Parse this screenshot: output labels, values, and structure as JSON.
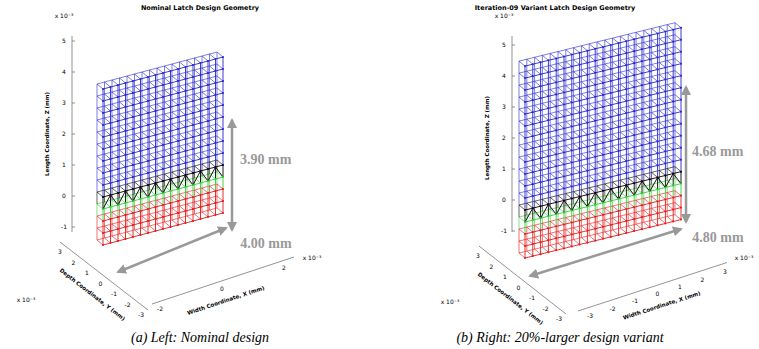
{
  "diagram": {
    "labels": [
      "Nominal Latch Design Geometry",
      "x 10⁻³",
      "5",
      "4",
      "3",
      "2",
      "1",
      "0",
      "-1",
      "Length Coordinate, Z (mm)",
      "x 10⁻³",
      "3",
      "2",
      "1",
      "0",
      "-1",
      "-2",
      "-3",
      "Depth Coordinate, Y (mm)",
      "-2",
      "0",
      "2",
      "Width Coordinate, X (mm)",
      "x 10⁻³",
      "3.90 mm",
      "4.00 mm",
      "(a) Left: Nominal design",
      "Iteration-09 Variant Latch Design Geometry",
      "x 10⁻³",
      "5",
      "4",
      "3",
      "2",
      "1",
      "0",
      "-1",
      "Length Coordinate, Z (mm)",
      "x 10⁻³",
      "3",
      "2",
      "1",
      "0",
      "-1",
      "-2",
      "-3",
      "Depth Coordinate, Y (mm)",
      "-3",
      "-2",
      "-1",
      "0",
      "1",
      "2",
      "3",
      "Width Coordinate, X (mm)",
      "x 10⁻³",
      "4.68 mm",
      "4.80 mm",
      "(b) Right: 20%-larger design variant"
    ]
  }
}
